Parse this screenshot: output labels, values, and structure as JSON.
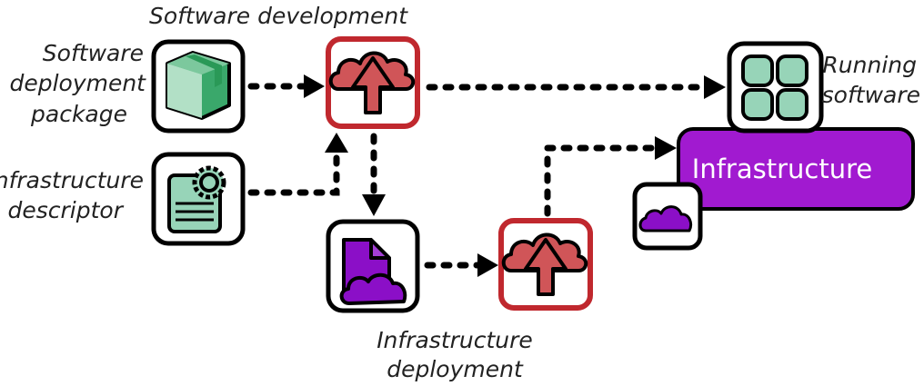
{
  "labels": {
    "software_development": "Software development",
    "software_package_1": "Software",
    "software_package_2": "deployment",
    "software_package_3": "package",
    "infra_descriptor_1": "Infrastructure",
    "infra_descriptor_2": "descriptor",
    "infra_deployment_1": "Infrastructure",
    "infra_deployment_2": "deployment",
    "running_software_1": "Running",
    "running_software_2": "software",
    "infrastructure": "Infrastructure"
  },
  "nodes": [
    {
      "id": "software-package",
      "icon": "package-icon",
      "color": "#3aa86b"
    },
    {
      "id": "infrastructure-descriptor",
      "icon": "document-gear-icon",
      "color": "#97d4b8"
    },
    {
      "id": "software-deployment",
      "icon": "cloud-upload-icon",
      "color": "#d05558",
      "border": "#c0282e"
    },
    {
      "id": "infrastructure-file",
      "icon": "file-cloud-icon",
      "color": "#8b0fc7"
    },
    {
      "id": "infrastructure-deployment",
      "icon": "cloud-upload-icon",
      "color": "#d05558",
      "border": "#c0282e"
    },
    {
      "id": "running-software",
      "icon": "app-grid-icon",
      "color": "#97d4b8"
    },
    {
      "id": "infrastructure",
      "color": "#a11ad0"
    },
    {
      "id": "cloud",
      "icon": "cloud-icon",
      "color": "#8b0fc7"
    }
  ],
  "edges": [
    {
      "from": "software-package",
      "to": "software-deployment"
    },
    {
      "from": "infrastructure-descriptor",
      "to": "software-deployment"
    },
    {
      "from": "software-deployment",
      "to": "infrastructure-file"
    },
    {
      "from": "software-deployment",
      "to": "running-software"
    },
    {
      "from": "infrastructure-file",
      "to": "infrastructure-deployment"
    },
    {
      "from": "infrastructure-deployment",
      "to": "infrastructure"
    }
  ]
}
